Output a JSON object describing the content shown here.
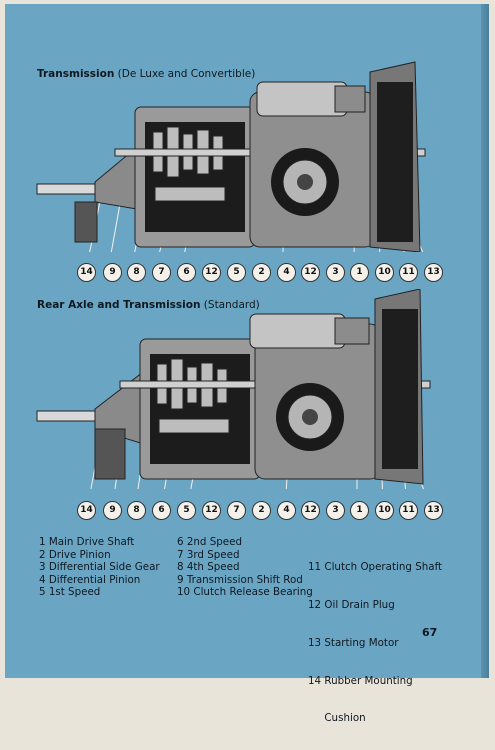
{
  "sections": [
    {
      "title_bold": "Transmission",
      "title_rest": " (De Luxe and Convertible)",
      "callouts": [
        "14",
        "9",
        "8",
        "7",
        "6",
        "12",
        "5",
        "2",
        "4",
        "12",
        "3",
        "1",
        "10",
        "11",
        "13"
      ]
    },
    {
      "title_bold": "Rear Axle and Transmission",
      "title_rest": " (Standard)",
      "callouts": [
        "14",
        "9",
        "8",
        "6",
        "5",
        "12",
        "7",
        "2",
        "4",
        "12",
        "3",
        "1",
        "10",
        "11",
        "13"
      ]
    }
  ],
  "legend": {
    "col1": [
      "1  Main Drive Shaft",
      "2  Drive Pinion",
      "3  Differential Side Gear",
      "4  Differential Pinion",
      "5  1st Speed"
    ],
    "col2": [
      "6  2nd Speed",
      "7  3rd Speed",
      "8  4th Speed",
      "9  Transmission Shift Rod",
      "10  Clutch Release Bearing"
    ],
    "col3": [
      "11  Clutch Operating Shaft",
      "12  Oil Drain Plug",
      "13  Starting Motor",
      "14  Rubber Mounting",
      "     Cushion"
    ]
  },
  "page_number": "67"
}
